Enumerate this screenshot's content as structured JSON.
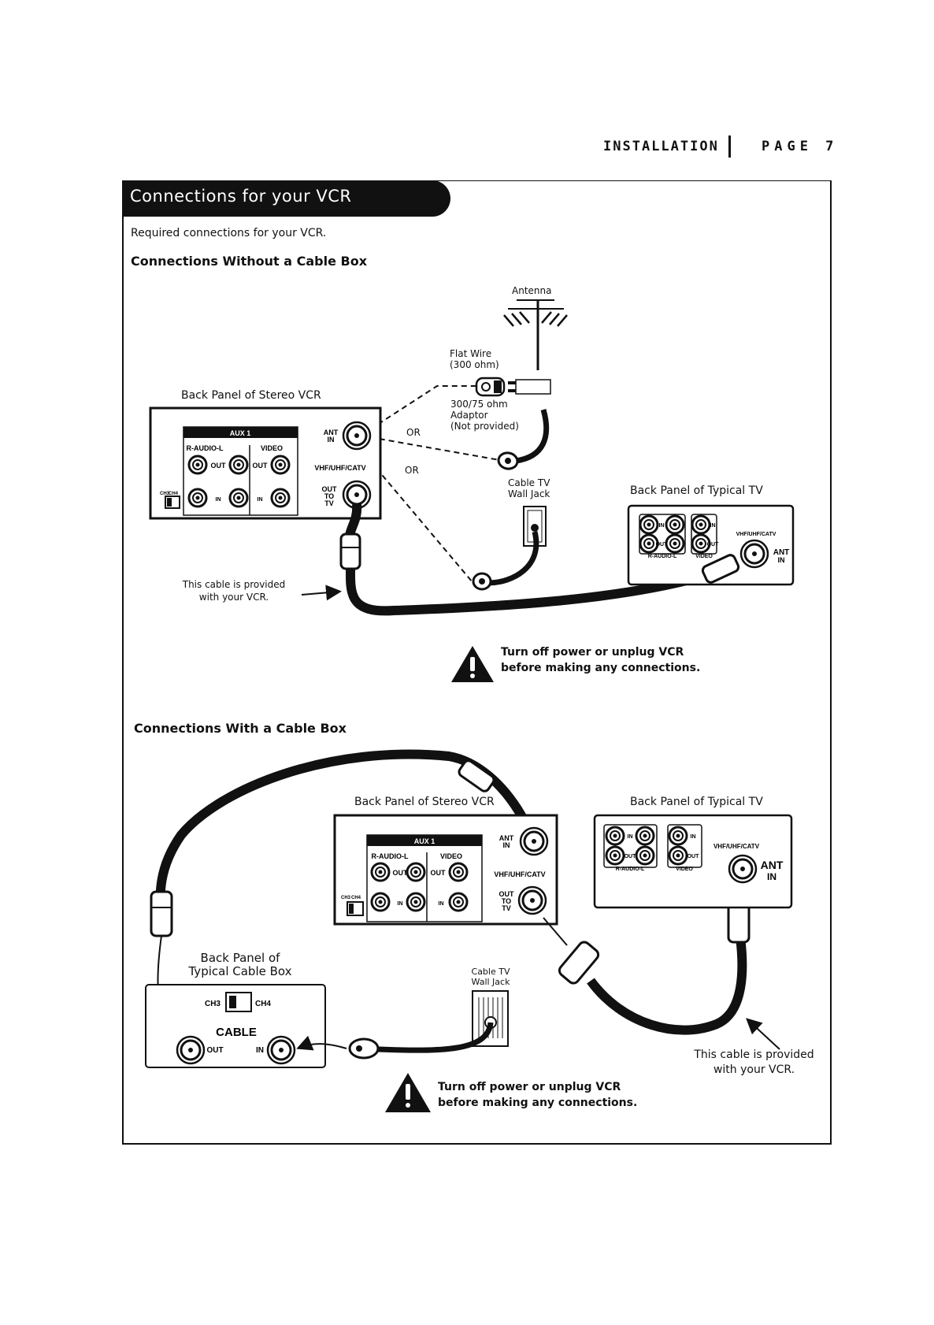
{
  "header": {
    "section": "INSTALLATION",
    "page": "PAGE 7"
  },
  "title": "Connections for your VCR",
  "intro": "Required connections for your VCR.",
  "section1": {
    "heading": "Connections Without a Cable Box",
    "antenna_label": "Antenna",
    "flat_wire_label": [
      "Flat Wire",
      "(300 ohm)"
    ],
    "adaptor_label": [
      "300/75 ohm",
      "Adaptor",
      "(Not provided)"
    ],
    "or_labels": [
      "OR",
      "OR"
    ],
    "wall_jack_label": [
      "Cable TV",
      "Wall Jack"
    ],
    "vcr_panel_label": "Back Panel of Stereo VCR",
    "tv_panel_label": "Back Panel of Typical TV",
    "cable_note": [
      "This cable is provided",
      "with your VCR."
    ],
    "warning": [
      "Turn off power or unplug VCR",
      "before making any connections."
    ]
  },
  "section2": {
    "heading": "Connections With a Cable Box",
    "vcr_panel_label": "Back Panel of Stereo VCR",
    "tv_panel_label": "Back Panel of Typical TV",
    "cable_box_label": [
      "Back Panel of",
      "Typical Cable Box"
    ],
    "wall_jack_label": [
      "Cable TV",
      "Wall Jack"
    ],
    "cable_note": [
      "This cable is provided",
      "with your VCR."
    ],
    "warning": [
      "Turn off power or unplug VCR",
      "before making any connections."
    ]
  },
  "vcr_panel": {
    "aux": "AUX 1",
    "audio": "R-AUDIO-L",
    "video": "VIDEO",
    "out": "OUT",
    "in": "IN",
    "ch3": "CH3",
    "ch4": "CH4",
    "ant_in": [
      "ANT",
      "IN"
    ],
    "band": "VHF/UHF/CATV",
    "out_to_tv": [
      "OUT",
      "TO",
      "TV"
    ]
  },
  "tv_panel": {
    "in": "IN",
    "out": "OUT",
    "audio": "R-AUDIO-L",
    "video": "VIDEO",
    "band": "VHF/UHF/CATV",
    "ant_in": [
      "ANT",
      "IN"
    ]
  },
  "cable_box_panel": {
    "ch3": "CH3",
    "ch4": "CH4",
    "cable": "CABLE",
    "out": "OUT",
    "in": "IN"
  }
}
